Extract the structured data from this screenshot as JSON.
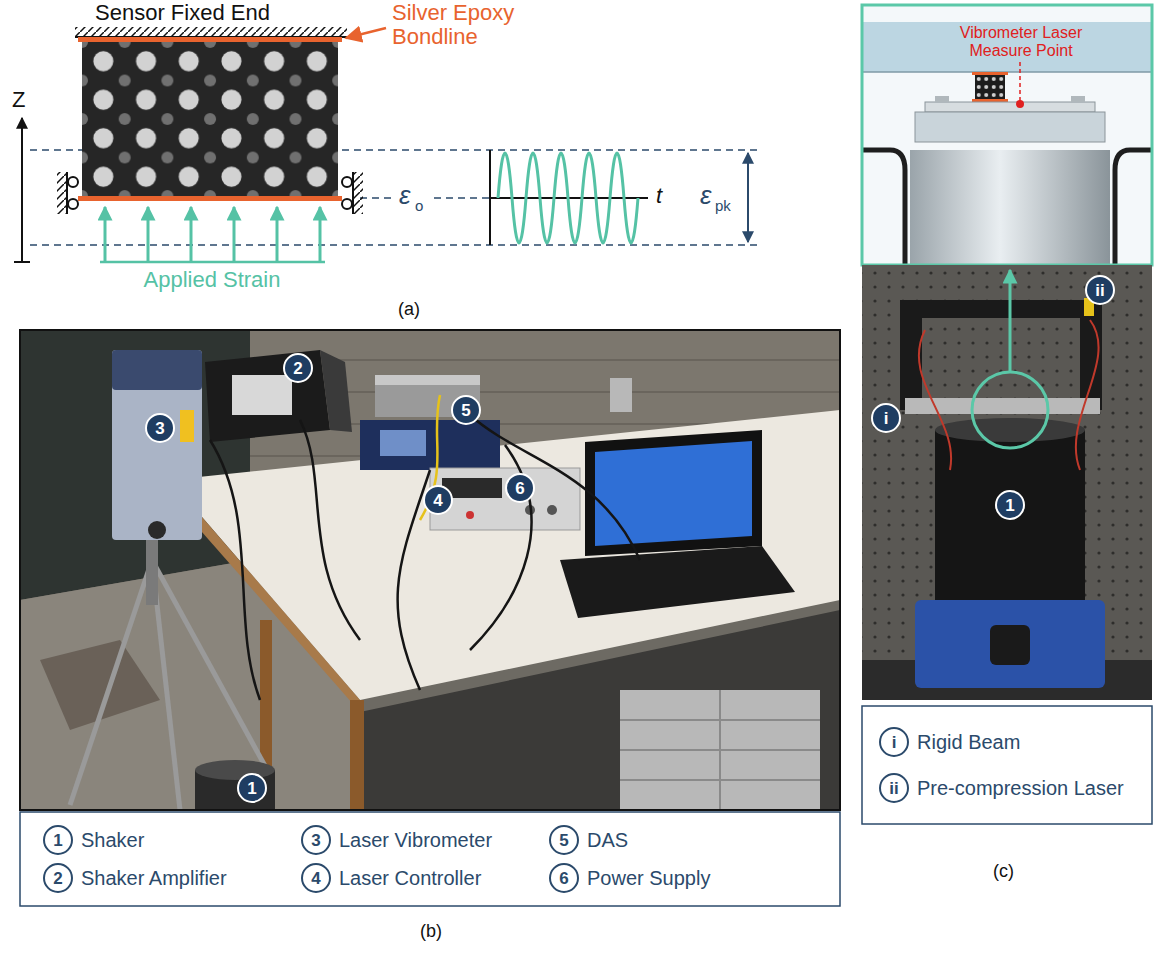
{
  "diagram": {
    "nodes": [
      {
        "text": [
          "1"
        ]
      },
      {
        "text": [
          "2"
        ]
      },
      {
        "text": [
          "3"
        ]
      },
      {
        "text": [
          "4"
        ]
      },
      {
        "text": [
          "5"
        ]
      },
      {
        "text": [
          "6"
        ]
      },
      {
        "text": [
          "1",
          "Shaker"
        ]
      },
      {
        "text": [
          "2",
          "Shaker Amplifier"
        ]
      },
      {
        "text": [
          "3",
          "Laser Vibrometer"
        ]
      },
      {
        "text": [
          "4",
          "Laser Controller"
        ]
      },
      {
        "text": [
          "5",
          "DAS"
        ]
      },
      {
        "text": [
          "6",
          "Power Supply"
        ]
      },
      {
        "text": [
          "i"
        ]
      },
      {
        "text": [
          "ii"
        ]
      },
      {
        "text": [
          "1"
        ]
      },
      {
        "text": [
          "i",
          "Rigid Beam"
        ]
      },
      {
        "text": [
          "ii",
          "Pre-compression Laser"
        ]
      }
    ],
    "labels": [
      "Sensor Fixed End",
      "Silver Epoxy Bondline",
      "Z",
      "ε",
      "o",
      "t",
      "ε",
      "pk",
      "Applied Strain",
      "(a)",
      "(b)",
      "(c)",
      "Vibrometer Laser Measure Point"
    ]
  }
}
